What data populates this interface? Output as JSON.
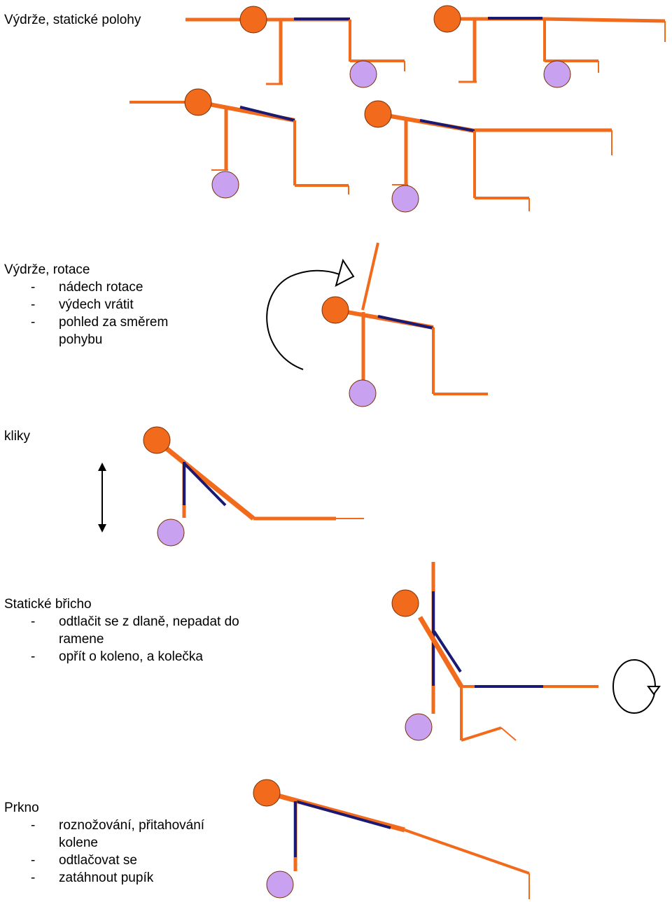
{
  "colors": {
    "body": "#F26A1B",
    "head": "#F26A1B",
    "hand": "#C8A2F0",
    "line": "#1A1A72",
    "arrow": "#000000"
  },
  "sections": [
    {
      "title": "Výdrže, statické polohy",
      "items": []
    },
    {
      "title": "Výdrže, rotace",
      "items": [
        {
          "text": "nádech rotace"
        },
        {
          "text": "výdech vrátit"
        },
        {
          "text": "pohled za směrem",
          "cont": "pohybu"
        }
      ]
    },
    {
      "title": "kliky",
      "items": []
    },
    {
      "title": "Statické břicho",
      "items": [
        {
          "text": "odtlačit se  z dlaně, nepadat do",
          "cont": "ramene"
        },
        {
          "text": "opřít o koleno, a kolečka"
        }
      ]
    },
    {
      "title": "Prkno",
      "items": [
        {
          "text": "roznožování, přitahování",
          "cont": "kolene"
        },
        {
          "text": "odtlačovat se"
        },
        {
          "text": "zatáhnout pupík"
        }
      ]
    }
  ],
  "dash": "-"
}
